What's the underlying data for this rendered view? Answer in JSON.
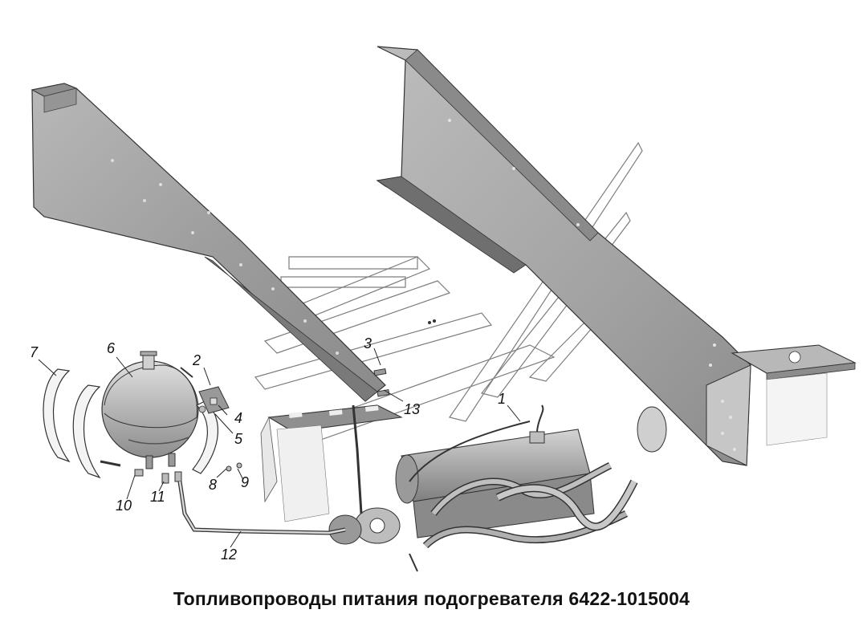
{
  "caption": "Топливопроводы питания подогревателя 6422-1015004",
  "callouts": [
    "1",
    "2",
    "3",
    "4",
    "5",
    "6",
    "7",
    "8",
    "9",
    "10",
    "11",
    "12",
    "13"
  ],
  "colors": {
    "frame_fill": "#a4a4a4",
    "frame_shadow": "#7a7a7a",
    "part_fill": "#c4c4c4",
    "line": "#2a2a2a",
    "watermark": "#7d7d7d"
  }
}
